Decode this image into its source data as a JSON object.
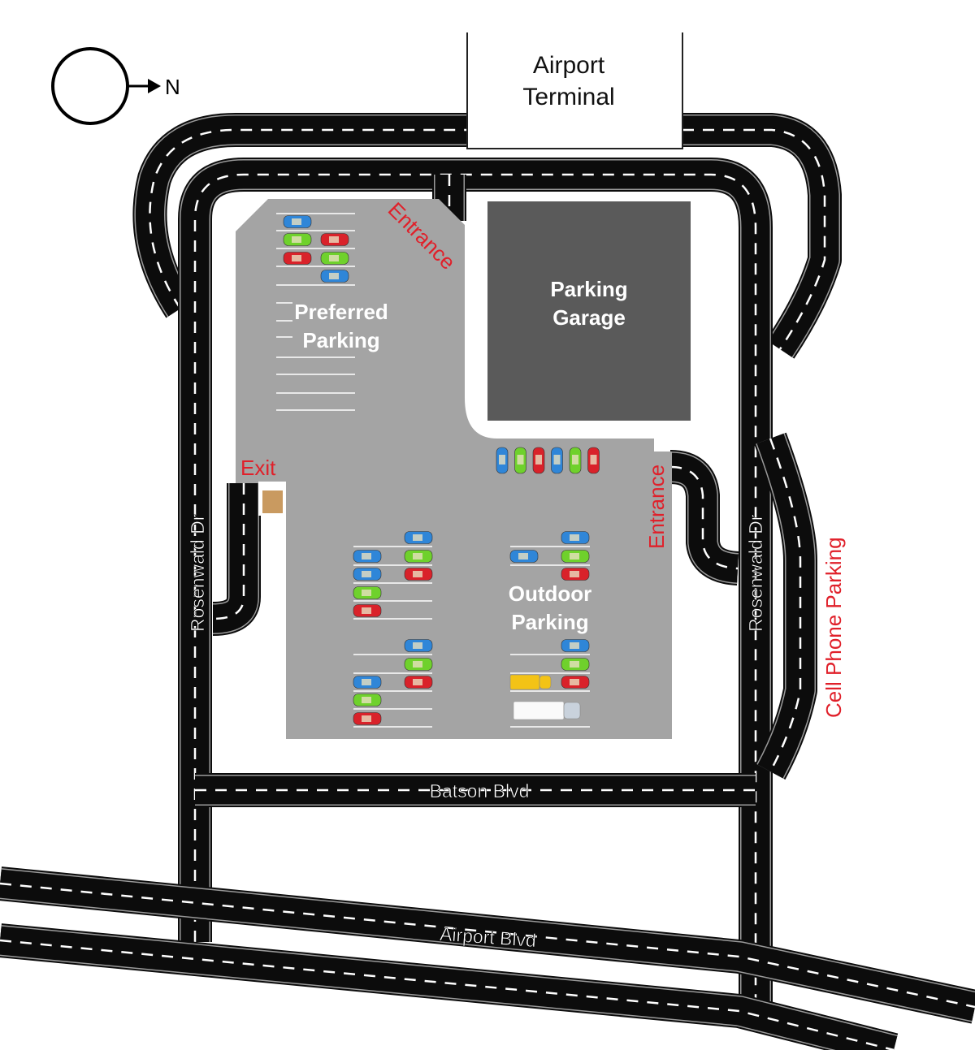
{
  "compass": {
    "label": "N"
  },
  "terminal": {
    "line1": "Airport",
    "line2": "Terminal"
  },
  "garage": {
    "line1": "Parking",
    "line2": "Garage"
  },
  "preferred": {
    "line1": "Preferred",
    "line2": "Parking"
  },
  "outdoor": {
    "line1": "Outdoor",
    "line2": "Parking"
  },
  "labels": {
    "entrance_top": "Entrance",
    "entrance_right": "Entrance",
    "exit": "Exit",
    "cell_phone": "Cell Phone Parking"
  },
  "streets": {
    "rosenwald_west": "Rosenwald Dr",
    "rosenwald_east": "Rosenwald Dr",
    "batson": "Batson Blvd",
    "airport_blvd": "Airport Blvd"
  },
  "colors": {
    "blue": "#2f86d8",
    "green": "#6fd12c",
    "red": "#d9222a",
    "yellow": "#f3c316",
    "lot": "#a4a4a4",
    "garage": "#5a5a5a",
    "accent": "#e0202a"
  }
}
